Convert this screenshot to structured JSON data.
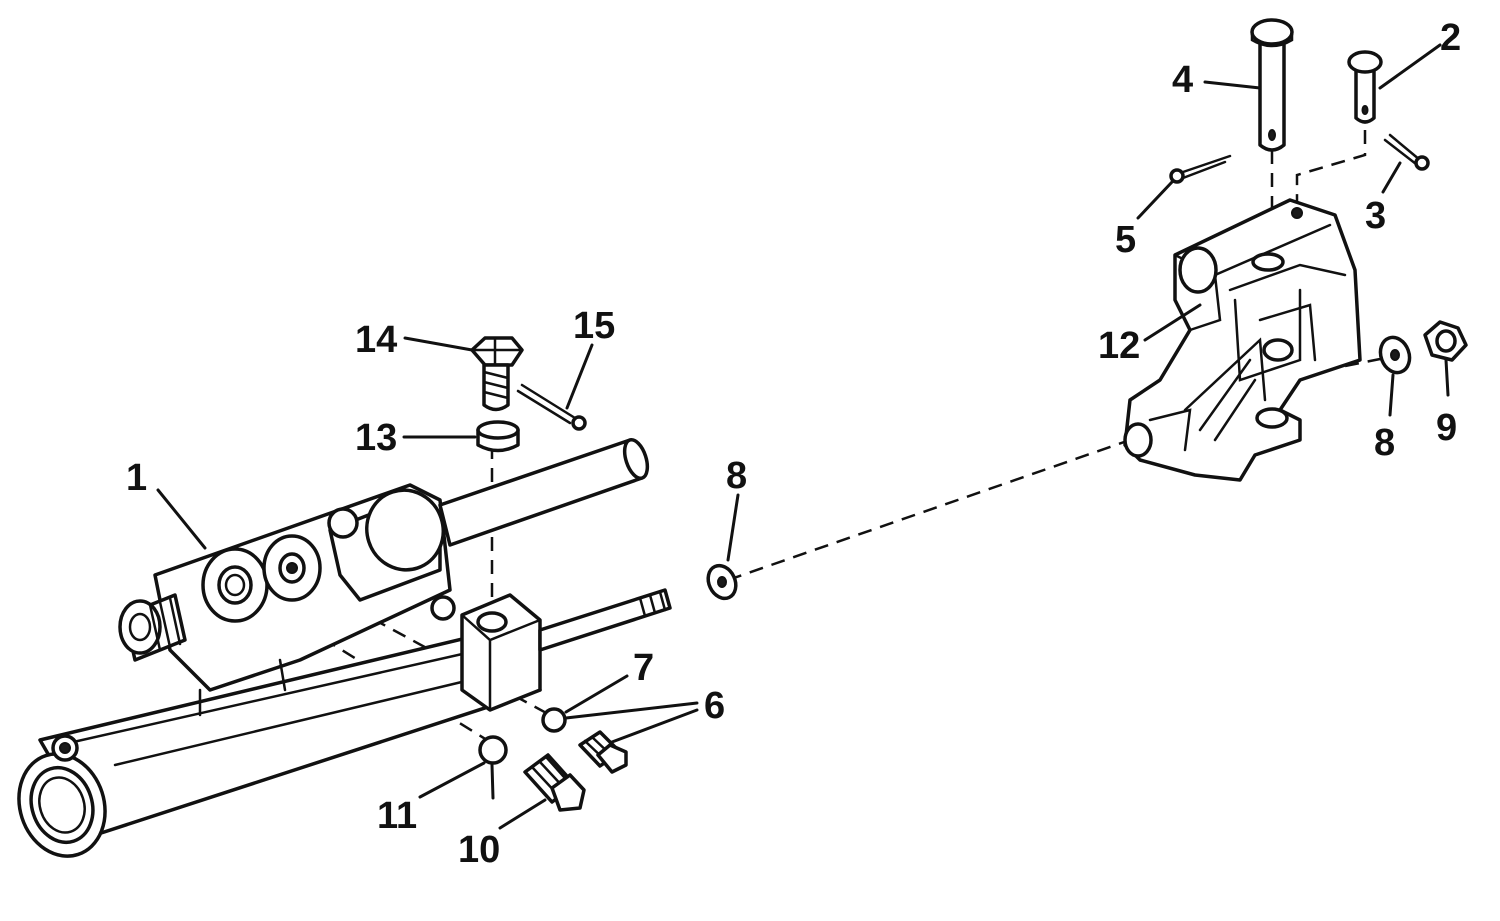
{
  "callouts": {
    "c1": "1",
    "c2": "2",
    "c3": "3",
    "c4": "4",
    "c5": "5",
    "c6": "6",
    "c7": "7",
    "c8a": "8",
    "c8b": "8",
    "c9": "9",
    "c10": "10",
    "c11": "11",
    "c12": "12",
    "c13": "13",
    "c14": "14",
    "c15": "15"
  }
}
